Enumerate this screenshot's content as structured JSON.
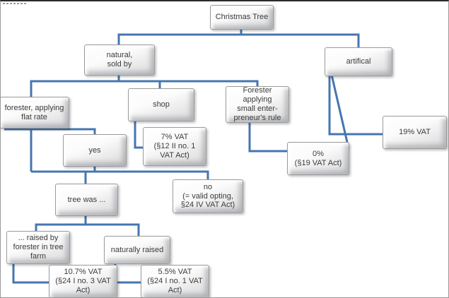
{
  "diagram": {
    "type": "flowchart",
    "topic": "Christmas Tree VAT decision tree"
  },
  "colors": {
    "connector": "#4576b0",
    "box_border": "#9b9b9b",
    "box_fill_light": "#ffffff",
    "box_fill_dark": "#d9d9d9",
    "text": "#3b3b3b",
    "frame": "#9a9a9a"
  },
  "nodes": [
    {
      "id": "christmas-tree",
      "label": "Christmas Tree"
    },
    {
      "id": "natural-sold-by",
      "label": "natural,\nsold by"
    },
    {
      "id": "artifical",
      "label": "artifical"
    },
    {
      "id": "forester-flat-rate",
      "label": "forester, applying\nflat rate"
    },
    {
      "id": "shop",
      "label": "shop"
    },
    {
      "id": "forester-small-entrepreneur",
      "label": "Forester applying\nsmall enter-\npreneur's rule"
    },
    {
      "id": "vat-7",
      "label": "7% VAT\n(§12 II no. 1\nVAT Act)"
    },
    {
      "id": "yes",
      "label": "yes"
    },
    {
      "id": "vat-0",
      "label": "0%\n(§19 VAT Act)"
    },
    {
      "id": "vat-19",
      "label": "19% VAT"
    },
    {
      "id": "no-valid-opting",
      "label": "no\n(= valid opting,\n§24 IV VAT Act)"
    },
    {
      "id": "tree-was",
      "label": "tree was ..."
    },
    {
      "id": "raised-by-forester",
      "label": "... raised by\nforester in tree\nfarm"
    },
    {
      "id": "naturally-raised",
      "label": "naturally raised"
    },
    {
      "id": "vat-10-7",
      "label": "10.7% VAT\n(§24 I no. 3 VAT\nAct)"
    },
    {
      "id": "vat-5-5",
      "label": "5.5% VAT\n(§24 I no. 1 VAT\nAct)"
    }
  ],
  "edges": [
    {
      "from": "christmas-tree",
      "to": "natural-sold-by"
    },
    {
      "from": "christmas-tree",
      "to": "artifical"
    },
    {
      "from": "natural-sold-by",
      "to": "forester-flat-rate"
    },
    {
      "from": "natural-sold-by",
      "to": "shop"
    },
    {
      "from": "natural-sold-by",
      "to": "forester-small-entrepreneur"
    },
    {
      "from": "forester-flat-rate",
      "to": "yes"
    },
    {
      "from": "forester-flat-rate",
      "to": "no-valid-opting"
    },
    {
      "from": "shop",
      "to": "vat-7"
    },
    {
      "from": "forester-small-entrepreneur",
      "to": "vat-0"
    },
    {
      "from": "artifical",
      "to": "vat-19"
    },
    {
      "from": "artifical",
      "to": "vat-0"
    },
    {
      "from": "yes",
      "to": "tree-was"
    },
    {
      "from": "tree-was",
      "to": "raised-by-forester"
    },
    {
      "from": "tree-was",
      "to": "naturally-raised"
    },
    {
      "from": "raised-by-forester",
      "to": "vat-10-7"
    },
    {
      "from": "naturally-raised",
      "to": "vat-5-5"
    }
  ]
}
